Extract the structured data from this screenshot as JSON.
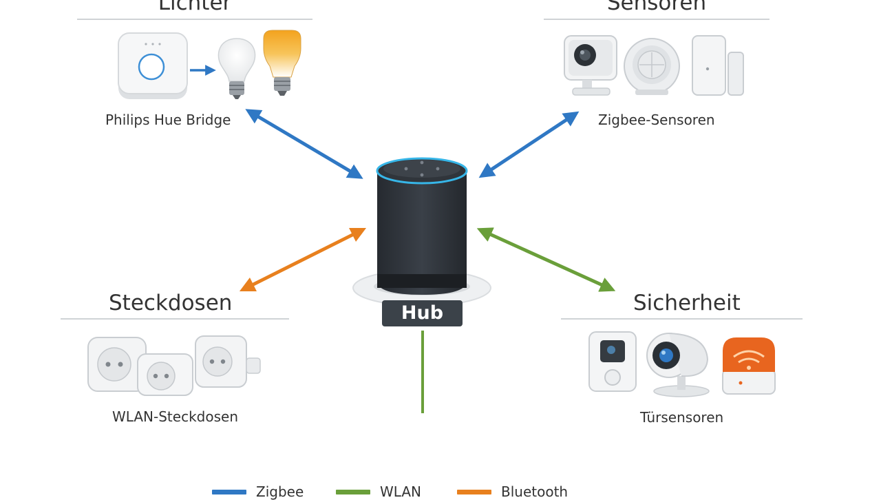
{
  "groups": {
    "lights": {
      "title": "Lichter",
      "caption": "Philips Hue Bridge"
    },
    "sensors": {
      "title": "Sensoren",
      "caption": "Zigbee-Sensoren"
    },
    "plugs": {
      "title": "Steckdosen",
      "caption": "WLAN-Steckdosen"
    },
    "security": {
      "title": "Sicherheit",
      "caption": "Türsensoren"
    }
  },
  "hub": {
    "label": "Hub"
  },
  "legend": [
    {
      "label": "Zigbee",
      "color": "#2f78c4"
    },
    {
      "label": "WLAN",
      "color": "#6a9f3a"
    },
    {
      "label": "Bluetooth",
      "color": "#e8801e"
    }
  ],
  "colors": {
    "zigbee": "#2f78c4",
    "wlan": "#6a9f3a",
    "bluetooth": "#e8801e"
  },
  "icons": [
    "hue-bridge-icon",
    "light-bulb-icon",
    "color-bulb-icon",
    "camera-sensor-icon",
    "motion-sensor-icon",
    "contact-sensor-icon",
    "smart-plug-icon",
    "doorbell-icon",
    "security-camera-icon",
    "alarm-siren-icon",
    "smart-speaker-hub-icon"
  ]
}
